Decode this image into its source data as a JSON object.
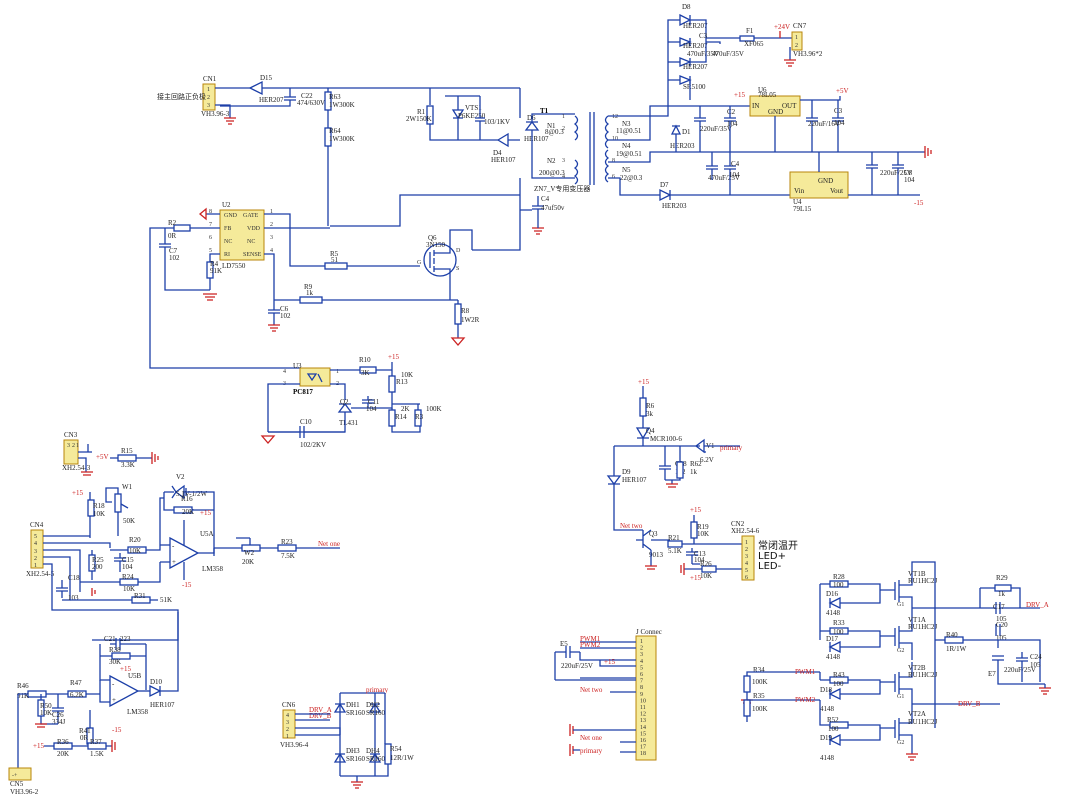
{
  "labels": {
    "cn1": "CN1",
    "cn1_note": "接主回路正负极",
    "cn1_type": "VH3.96-3",
    "d15": "D15",
    "d15_type": "HER207",
    "c22": "C22",
    "c22_val": "474/630V",
    "r63": "R63",
    "r63_val": "1W300K",
    "r64": "R64",
    "r64_val": "1W300K",
    "r1": "R1",
    "r1_val": "2W150K",
    "vts1": "VTS1",
    "vts1_val": "P6KE250",
    "d4_top": "D4",
    "d4_val": "103/1KV",
    "d6": "D6",
    "d6_type": "HER107",
    "d4": "D4",
    "d4_type": "HER107",
    "t1": "T1",
    "n1": "N1",
    "n1_val": "8@0.3",
    "n2": "N2",
    "n2_val": "200@0.3",
    "n3": "N3",
    "n3_val": "11@0.51",
    "n4": "N4",
    "n4_val": "19@0.51",
    "n5": "N5",
    "n5_val": "22@0.3",
    "t1_note": "ZN7_V专用变压器",
    "c4a": "C4",
    "c4a_val": "47uf50v",
    "d8": "D8",
    "d8_type": "HER207",
    "d_her207b": "HER207",
    "d_her207c": "HER207",
    "d_sr5100": "SR5100",
    "c3": "C3",
    "c3_val": "470uF/35V",
    "c6b_val": "470uF/35V",
    "f1": "F1",
    "f1_val": "XF065",
    "p24v": "+24V",
    "cn7": "CN7",
    "cn7_type": "VH3.96*2",
    "p15a": "+15",
    "u6": "U6",
    "u6_type": "78L05",
    "u6_in": "IN",
    "u6_gnd": "GND",
    "u6_out": "OUT",
    "p5v": "+5V",
    "c1": "C1",
    "c1_val": "220uF/35V",
    "c2": "C2",
    "c2_val": "104",
    "c3b_val": "220uF/16V",
    "c3c": "C3",
    "c3c_val": "104",
    "d1": "D1",
    "d1_type": "HER203",
    "c4b": "C4",
    "c4b_val": "104",
    "c5": "C5",
    "c5_val": "470uF/25V",
    "d7": "D7",
    "d7_type": "HER203",
    "u4": "U4",
    "u4_type": "79L15",
    "u4_vin": "Vin",
    "u4_gnd": "GND",
    "u4_vout": "Vout",
    "c7b": "C7",
    "c7b_val": "220uF/25V",
    "c8": "C8",
    "c8_val": "104",
    "m15a": "-15",
    "u2": "U2",
    "u2_type": "LD7550",
    "u2_gnd": "GND",
    "u2_gate": "GATE",
    "u2_fb": "FB",
    "u2_vdd": "VDD",
    "u2_nc1": "NC",
    "u2_nc2": "NC",
    "u2_ri": "RI",
    "u2_sense": "SENSE",
    "r2": "R2",
    "r2_val": "0R",
    "c7": "C7",
    "c7_val": "102",
    "r4": "R4",
    "r4_val": "91K",
    "r5": "R5",
    "r5_val": "51",
    "q6": "Q6",
    "q6_type": "3N150",
    "r9": "R9",
    "r9_val": "1k",
    "c6": "C6",
    "c6_val": "102",
    "r8": "R8",
    "r8_val": "1W2R",
    "u3": "U3",
    "u3_type": "PC817",
    "r10": "R10",
    "r10_val": "3K",
    "p15b": "+15",
    "r13": "R13",
    "r13_val": "10K",
    "q2": "Q2",
    "q2_type": "TL431",
    "c11": "C11",
    "c11_val": "104",
    "r14": "R14",
    "r14_val": "2K",
    "r3": "R3",
    "r3_val": "100K",
    "c10": "C10",
    "c10_val": "102/2KV",
    "cn3": "CN3",
    "cn3_type": "XH2.54-3",
    "p5vb": "+5V",
    "r15": "R15",
    "r15_val": "3.3K",
    "v2": "V2",
    "v2_val": "5.1V-1/2W",
    "r16": "R16",
    "r16_val": "20K",
    "p15c": "+15",
    "w1": "W1",
    "w1_val": "50K",
    "r18": "R18",
    "r18_val": "10K",
    "cn4": "CN4",
    "cn4_type": "XH2.54-5",
    "r20": "R20",
    "r20_val": "10K",
    "r25": "R25",
    "r25_val": "200",
    "c15": "C15",
    "c15_val": "104",
    "u5a": "U5A",
    "u5a_type": "LM358",
    "p15d": "+15",
    "m15b": "-15",
    "w2": "W2",
    "w2_val": "20K",
    "r23": "R23",
    "r23_val": "7.5K",
    "net_one": "Net one",
    "c18": "C18",
    "c18_val": "103",
    "r24": "R24",
    "r24_val": "10K",
    "r31": "R31",
    "r31_val": "51K",
    "c21": "C21",
    "c21_val": "223",
    "r38": "R38",
    "r38_val": "30K",
    "u5b": "U5B",
    "u5b_type": "LM358",
    "p15e": "+15",
    "d10": "D10",
    "d10_type": "HER107",
    "r46": "R46",
    "r46_val": "91K",
    "r47": "R47",
    "r47_val": "6.2K",
    "r50": "R50",
    "r50_val": "10K",
    "c26": "C26",
    "c26_val": "334J",
    "r41": "R41",
    "r41_val": "0R",
    "p15f": "+15",
    "r36": "R36",
    "r36_val": "20K",
    "r37": "R37",
    "r37_val": "1.5K",
    "m15c": "-15",
    "cn5": "CN5",
    "cn5_type": "VH3.96-2",
    "cn6": "CN6",
    "cn6_type": "VH3.96-4",
    "drv_a": "DRV_A",
    "drv_b": "DRV_B",
    "dh1": "DH1",
    "dh1_type": "SR160",
    "dh2": "DH2",
    "dh2_type": "SR160",
    "dh3": "DH3",
    "dh3_type": "SR160",
    "dh4": "DH4",
    "dh4_type": "SR160",
    "r54": "R54",
    "r54_val": "12R/1W",
    "primary": "primary",
    "p15g": "+15",
    "r6": "R6",
    "r6_val": "3k",
    "q4": "Q4",
    "q4_type": "MCR100-6",
    "v1": "V1",
    "v1_val": "6.2V",
    "primary2": "primary",
    "c28": "C28",
    "c28_val": "102",
    "r62": "R62",
    "r62_val": "1k",
    "d9": "D9",
    "d9_type": "HER107",
    "p15h": "+15",
    "net_two": "Net two",
    "q3": "Q3",
    "q3_type": "9013",
    "r19": "R19",
    "r19_val": "10K",
    "r21": "R21",
    "r21_val": "5.1K",
    "c13": "C13",
    "c13_val": "104",
    "r26": "R26",
    "r26_val": "10K",
    "p15i": "+15",
    "cn2": "CN2",
    "cn2_type": "XH2.54-6",
    "cn2_note1": "常闭温开",
    "cn2_note2": "LED+",
    "cn2_note3": "LED-",
    "jconn": "J Connec",
    "e5": "E5",
    "e5_val": "220uF/25V",
    "pwm1": "PWM1",
    "pwm2": "PWM2",
    "p15j": "+15",
    "net_two2": "Net two",
    "net_one2": "Net one",
    "primary3": "primary",
    "r28": "R28",
    "r28_val": "100",
    "d16": "D16",
    "d16_val": "4148",
    "r33": "R33",
    "r33_val": "100",
    "d17": "D17",
    "d17_val": "4148",
    "vt1b": "VT1B",
    "vt1b_type": "RU1HC2J",
    "vt1a": "VT1A",
    "vt1a_type": "RU1HC2J",
    "vt2b": "VT2B",
    "vt2b_type": "RU1HC2J",
    "vt2a": "VT2A",
    "vt2a_type": "RU1HC2J",
    "r29": "R29",
    "r29_val": "1k",
    "c17": "C17",
    "c17_val": "105",
    "drv_a2": "DRV_A",
    "c20": "C20",
    "c20_val": "105",
    "r40": "R40",
    "r40_val": "1R/1W",
    "e7": "E7",
    "e7_val": "220uF/25V",
    "c24": "C24",
    "c24_val": "105",
    "r34": "R34",
    "r34_val": "100K",
    "pwm1b": "PWM1",
    "r43": "R43",
    "r43_val": "100",
    "d18": "D18",
    "d18_val": "4148",
    "r35": "R35",
    "r35_val": "100K",
    "pwm2b": "PWM2",
    "r52": "R52",
    "r52_val": "100",
    "d19": "D19",
    "d19_val": "4148",
    "drv_b2": "DRV_B"
  },
  "colors": {
    "wire": "#1c3fa8",
    "ground": "#cc2222",
    "connector_fill": "#f5ea9a"
  }
}
